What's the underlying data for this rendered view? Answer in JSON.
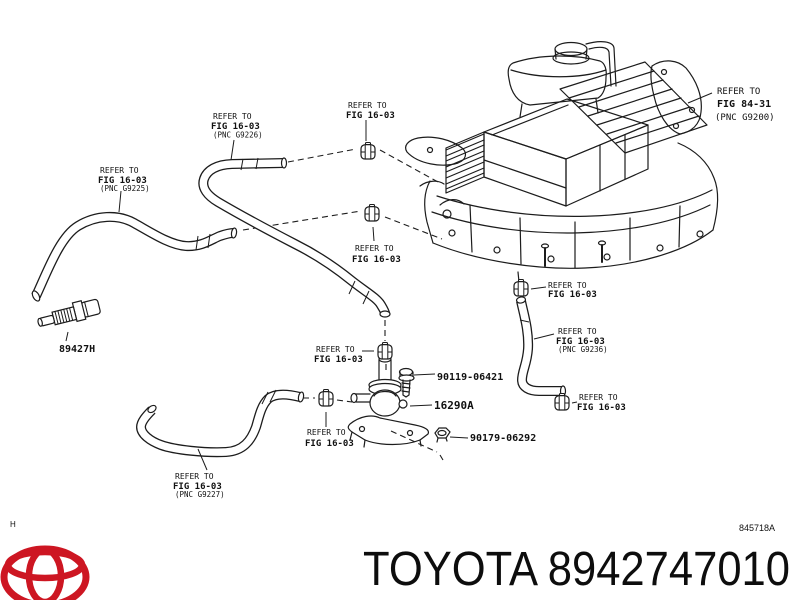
{
  "footer": {
    "page_marker": "H",
    "doc_number": "845718A",
    "title": "TOYOTA 8942747010",
    "logo_color": "#cd1622"
  },
  "callouts": {
    "g9226": {
      "line1": "REFER TO",
      "line2": "FIG 16-03",
      "line3": "(PNC G9226)"
    },
    "g9225": {
      "line1": "REFER TO",
      "line2": "FIG 16-03",
      "line3": "(PNC G9225)"
    },
    "clamp_top": {
      "line1": "REFER TO",
      "line2": "FIG 16-03"
    },
    "clamp_mid": {
      "line1": "REFER TO",
      "line2": "FIG 16-03"
    },
    "g9200": {
      "line1": "REFER TO",
      "line2": "FIG 84-31",
      "line3": "(PNC G9200)"
    },
    "clamp_right_top": {
      "line1": "REFER TO",
      "line2": "FIG 16-03"
    },
    "g9236": {
      "line1": "REFER TO",
      "line2": "FIG 16-03",
      "line3": "(PNC G9236)"
    },
    "clamp_right_bottom": {
      "line1": "REFER TO",
      "line2": "FIG 16-03"
    },
    "clamp_pump_top": {
      "line1": "REFER TO",
      "line2": "FIG 16-03"
    },
    "clamp_pump_left": {
      "line1": "REFER TO",
      "line2": "FIG 16-03"
    },
    "g9227": {
      "line1": "REFER TO",
      "line2": "FIG 16-03",
      "line3": "(PNC G9227)"
    }
  },
  "parts": {
    "sensor_label": "89427H",
    "bolt_label": "90119-06421",
    "pump_label": "16290A",
    "nut_label": "90179-06292"
  }
}
